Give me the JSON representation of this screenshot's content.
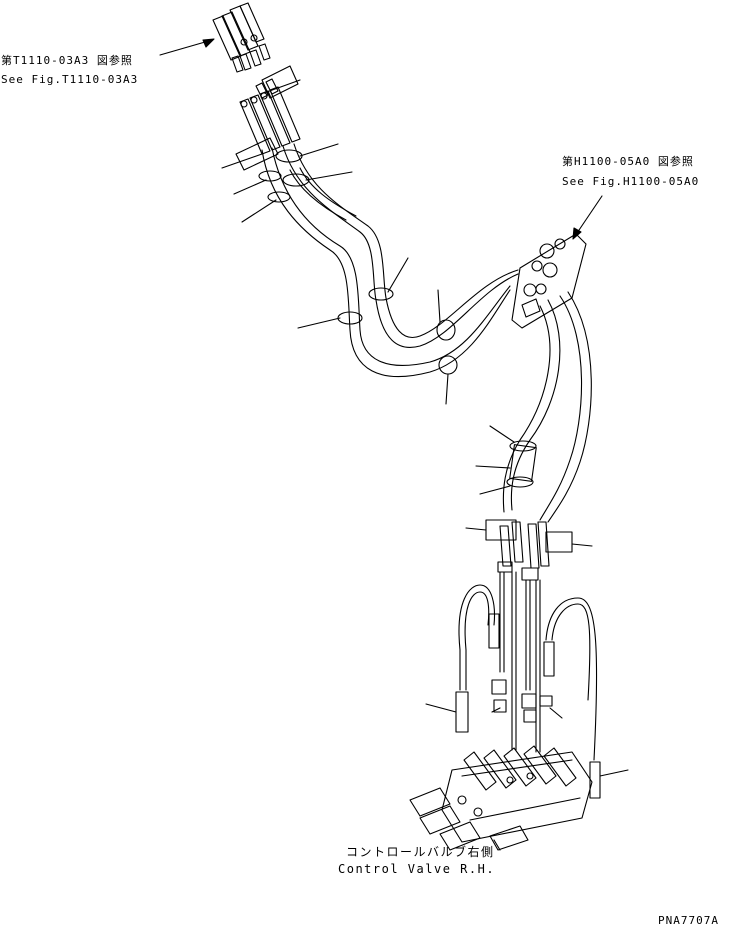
{
  "refs": {
    "top_left_jp": "第T1110-03A3 図参照",
    "top_left_en": "See Fig.T1110-03A3",
    "right_jp": "第H1100-05A0 図参照",
    "right_en": "See Fig.H1100-05A0"
  },
  "caption": {
    "jp": "コントロールバルブ右側",
    "en": "Control Valve R.H."
  },
  "drawing_code": "PNA7707A",
  "colors": {
    "ink": "#000000",
    "paper": "#ffffff"
  }
}
